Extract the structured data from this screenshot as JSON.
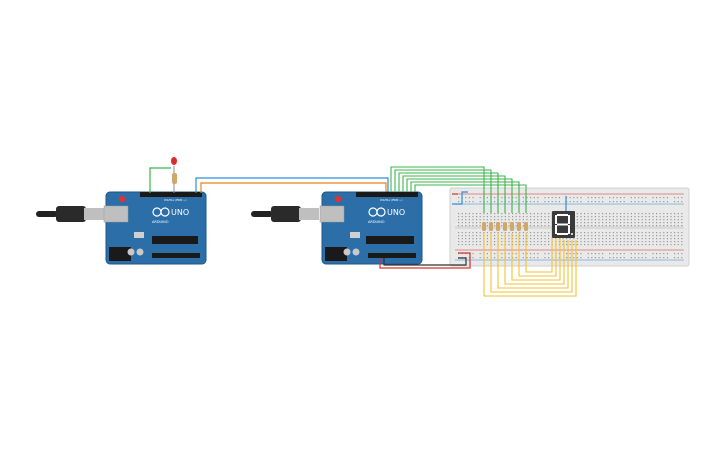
{
  "workspace": {
    "background": "#ffffff"
  },
  "boards": [
    {
      "id": "arduino-1",
      "brand": "UNO",
      "sublabel": "ARDUINO",
      "header_label": "DIGITAL (PWM ~)"
    },
    {
      "id": "arduino-2",
      "brand": "UNO",
      "sublabel": "ARDUINO",
      "header_label": "DIGITAL (PWM ~)"
    }
  ],
  "display": {
    "digit_shown": "8",
    "lit_color": "#ffffff",
    "body_color": "#3a3a3a"
  },
  "colors": {
    "board": "#2b6ea8",
    "board_dark": "#1f5687",
    "wire_green": "#3cb44b",
    "wire_blue": "#2f8fd6",
    "wire_orange": "#e8821e",
    "wire_yellow": "#f2c230",
    "wire_red": "#d8312b",
    "wire_black": "#333333",
    "breadboard": "#e9e9e9",
    "led": "#d92d2d",
    "resistor": "#d2a86a"
  },
  "icons": {
    "usb_cable": "usb-cable-icon",
    "led": "led-icon",
    "resistor": "resistor-icon"
  }
}
